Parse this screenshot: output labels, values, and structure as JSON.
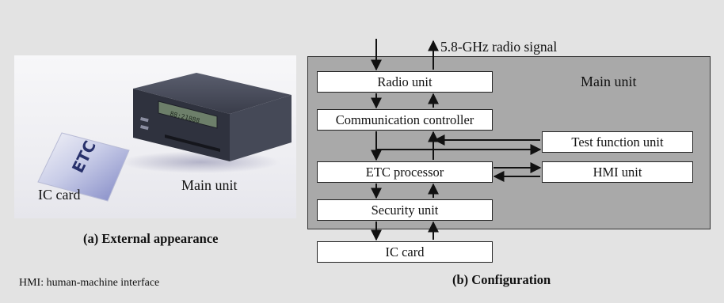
{
  "photo": {
    "ic_card_label": "IC card",
    "main_unit_label": "Main unit",
    "card_text": "ETC",
    "caption": "(a) External appearance"
  },
  "diagram": {
    "signal_label": "5.8-GHz radio signal",
    "main_unit_label": "Main unit",
    "boxes": {
      "radio_unit": "Radio unit",
      "communication_controller": "Communication controller",
      "etc_processor": "ETC processor",
      "security_unit": "Security unit",
      "ic_card": "IC card",
      "test_function_unit": "Test function unit",
      "hmi_unit": "HMI unit"
    },
    "caption": "(b) Configuration"
  },
  "footnote": "HMI: human-machine interface",
  "colors": {
    "background": "#e3e3e3",
    "main_unit_fill": "#a9a9a9",
    "box_fill": "#ffffff",
    "device_body": "#3a3d4a"
  }
}
